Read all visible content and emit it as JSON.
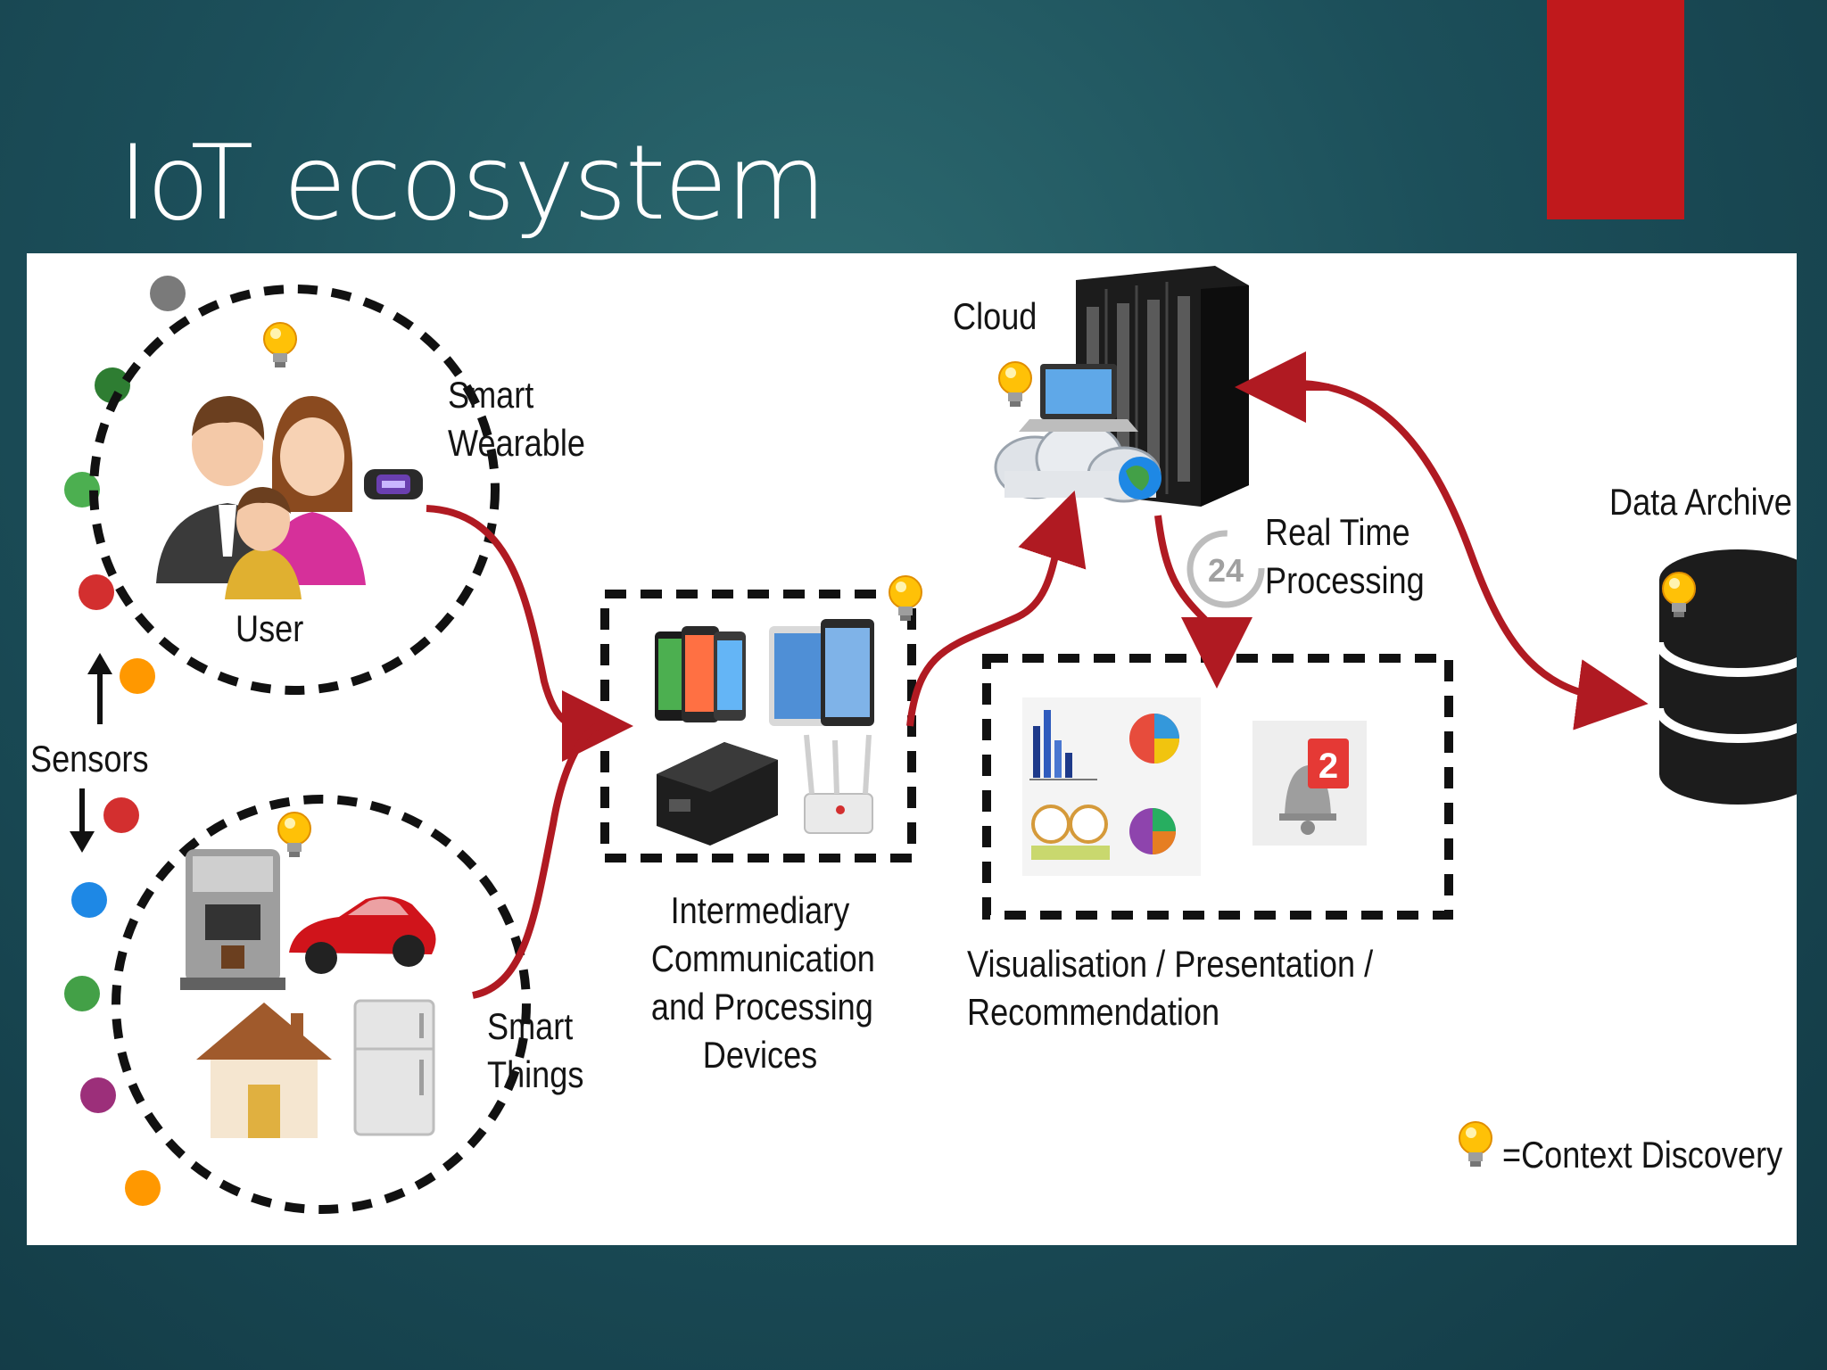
{
  "slide": {
    "title": "IoT ecosystem",
    "accent_color": "#c0191c",
    "background_color": "#1c4f5a"
  },
  "diagram": {
    "labels": {
      "smart_wearable_line1": "Smart",
      "smart_wearable_line2": "Wearable",
      "user": "User",
      "sensors": "Sensors",
      "smart_things_line1": "Smart",
      "smart_things_line2": "Things",
      "intermediary_line1": "Intermediary",
      "intermediary_line2": "Communication",
      "intermediary_line3": "and Processing",
      "intermediary_line4": "Devices",
      "cloud": "Cloud",
      "real_time_line1": "Real Time",
      "real_time_line2": "Processing",
      "real_time_badge": "24",
      "visualisation_line1": "Visualisation / Presentation /",
      "visualisation_line2": "Recommendation",
      "notification_count": "2",
      "data_archive": "Data Archive",
      "legend": "=Context Discovery"
    },
    "icons": [
      "lightbulb-icon",
      "family-icon",
      "smartwatch-icon",
      "coffee-machine-icon",
      "car-icon",
      "house-icon",
      "fridge-icon",
      "phones-icon",
      "tablets-icon",
      "gateway-box-icon",
      "router-icon",
      "server-rack-icon",
      "cloud-icon",
      "laptop-icon",
      "globe-icon",
      "dashboard-icon",
      "bell-notification-icon",
      "database-icon"
    ],
    "sensor_colors": [
      "#7a7a7a",
      "#2e7d32",
      "#4caf50",
      "#d32f2f",
      "#ff9800",
      "#d32f2f",
      "#1e88e5",
      "#43a047",
      "#9c2f7a",
      "#ff9800"
    ],
    "arrow_color": "#b01a22"
  }
}
